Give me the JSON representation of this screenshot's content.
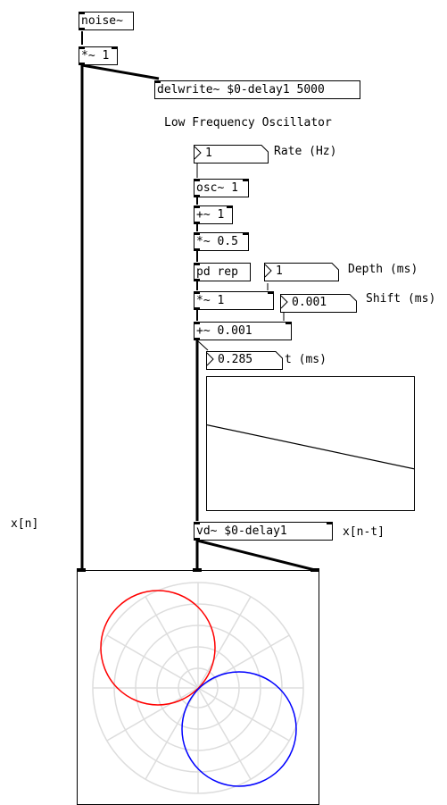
{
  "patch": {
    "objects": {
      "noise": "noise~",
      "mul_input": "*~ 1",
      "delwrite": "delwrite~ $0-delay1 5000",
      "osc": "osc~ 1",
      "add_one": "+~ 1",
      "mul_half": "*~ 0.5",
      "pd_rep": "pd rep",
      "mul_depth": "*~ 1",
      "add_shift": "+~ 0.001",
      "vd": "vd~ $0-delay1"
    },
    "number_boxes": {
      "rate": "1",
      "depth": "1",
      "shift": "0.001",
      "t": "0.285"
    },
    "labels": {
      "lfo_title": "Low Frequency Oscillator",
      "rate": "Rate (Hz)",
      "depth": "Depth (ms)",
      "shift": "Shift (ms)",
      "t": "t (ms)",
      "xn": "x[n]",
      "xnt": "x[n-t]"
    }
  },
  "graph": {
    "line_start_fraction": 0.36,
    "line_end_fraction": 0.69
  },
  "scope": {
    "grid_color": "#dddddd",
    "red_color": "#ff0000",
    "blue_color": "#0000ff"
  }
}
